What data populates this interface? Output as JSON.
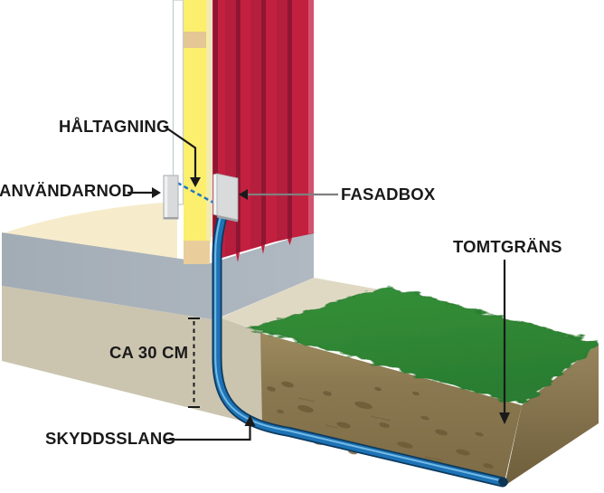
{
  "figure": {
    "labels": {
      "haltagning": "HÅLTAGNING",
      "anvandarnod": "ANVÄNDARNOD",
      "fasadbox": "FASADBOX",
      "tomtgrans": "TOMTGRÄNS",
      "depth": "CA 30 CM",
      "skyddsslang": "SKYDDSSLANG"
    },
    "colors": {
      "facade_red": "#C32040",
      "facade_groove": "#8E1632",
      "facade_highlight": "#D2536D",
      "insulation_yellow": "#FBEF6D",
      "stud_tan": "#E4C794",
      "interior_floor": "#F6ECCC",
      "foundation_gray": "#A8B1BA",
      "soil_left_gray": "#CBC4AF",
      "concrete_apron": "#DFD9C4",
      "grass_green": "#2E8533",
      "soil_front_brown": "#8A784E",
      "soil_speckle": "#6B5A35",
      "conduit_blue": "#1D73B6",
      "conduit_dark": "#0D3A5E",
      "conduit_highlight": "#7EC2EA",
      "dashed_hole_blue": "#2176C0",
      "text": "#1A1A1A"
    }
  }
}
